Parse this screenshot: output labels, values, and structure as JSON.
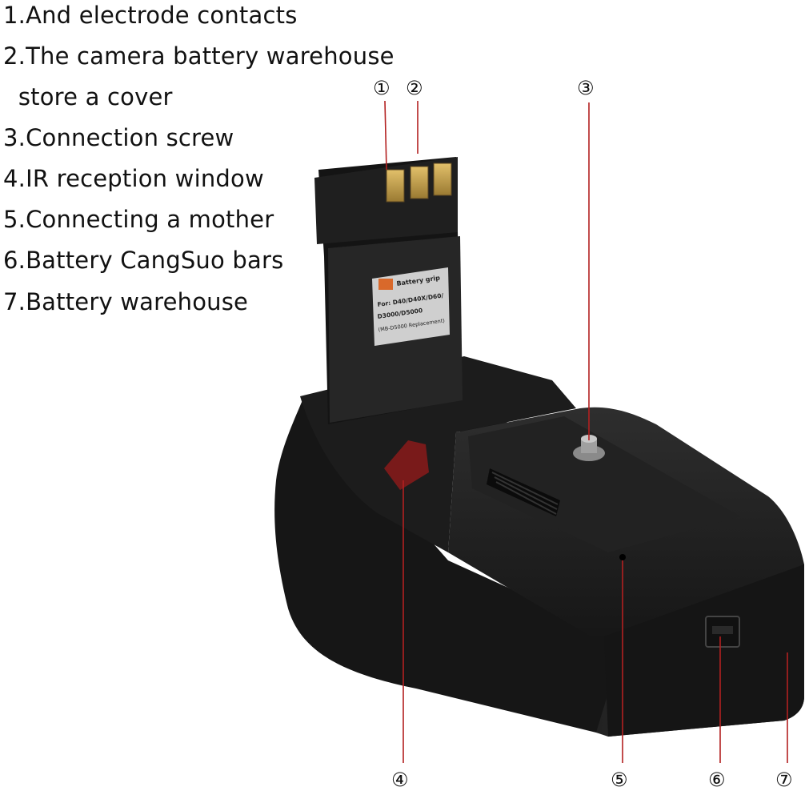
{
  "legend": [
    "1.And electrode contacts",
    "2.The camera battery  warehouse",
    "  store a cover",
    "3.Connection screw",
    "4.IR reception window",
    "5.Connecting a mother",
    "6.Battery CangSuo bars",
    "7.Battery warehouse"
  ],
  "callouts": [
    {
      "id": "1",
      "label": "①"
    },
    {
      "id": "2",
      "label": "②"
    },
    {
      "id": "3",
      "label": "③"
    },
    {
      "id": "4",
      "label": "④"
    },
    {
      "id": "5",
      "label": "⑤"
    },
    {
      "id": "6",
      "label": "⑥"
    },
    {
      "id": "7",
      "label": "⑦"
    }
  ],
  "product_label": {
    "title": "Battery grip",
    "models_line1": "For: D40/D40X/D60/",
    "models_line2": "D3000/D5000",
    "replacement": "(MB-D5000 Replacement)"
  },
  "colors": {
    "leader_line": "#b32020",
    "grip_body": "#1a1a1a",
    "contacts": "#c9a24a",
    "ir_window": "#8a1a1a"
  }
}
